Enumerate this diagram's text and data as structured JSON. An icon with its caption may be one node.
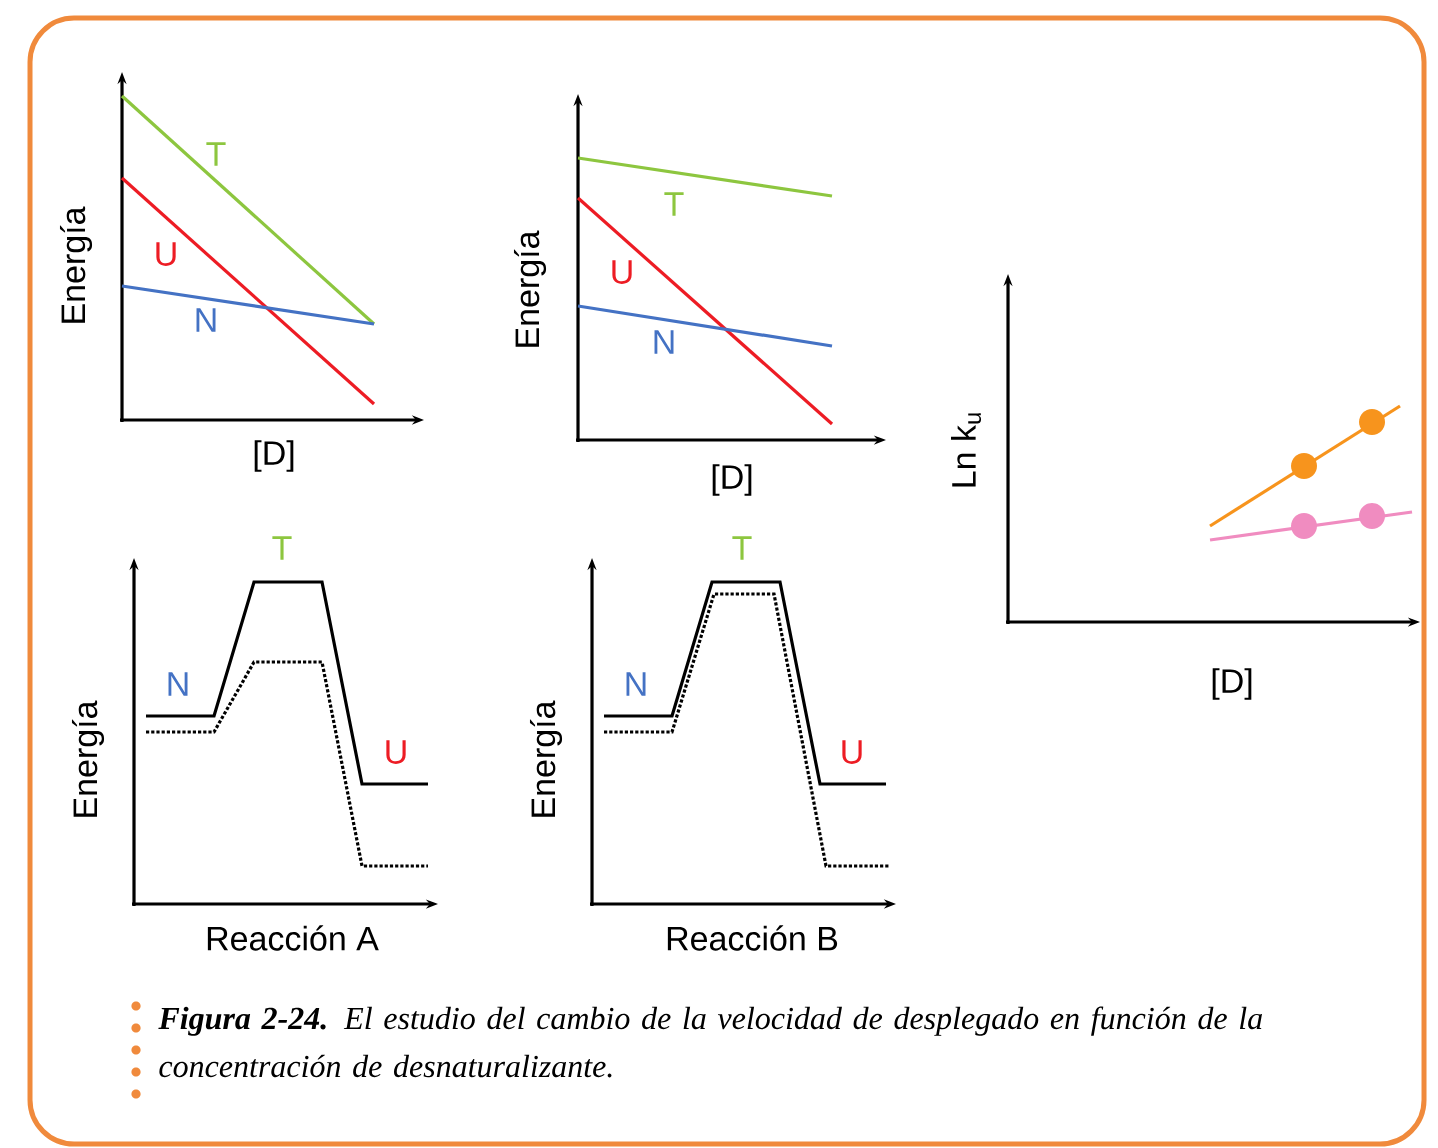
{
  "diagram": {
    "caption": "**Figura 2-24.** El estudio del cambio de la velocidad de desplegado en función de la concentración de desnaturalizante.",
    "labels": [
      "T",
      "U",
      "N",
      "Energía",
      "[D]",
      "T",
      "U",
      "N",
      "Energía",
      "[D]",
      "Ln k$_{u}$",
      "[D]",
      "T",
      "N",
      "U",
      "Energía",
      "Reacción A",
      "T",
      "N",
      "U",
      "Energía",
      "Reacción B"
    ]
  }
}
